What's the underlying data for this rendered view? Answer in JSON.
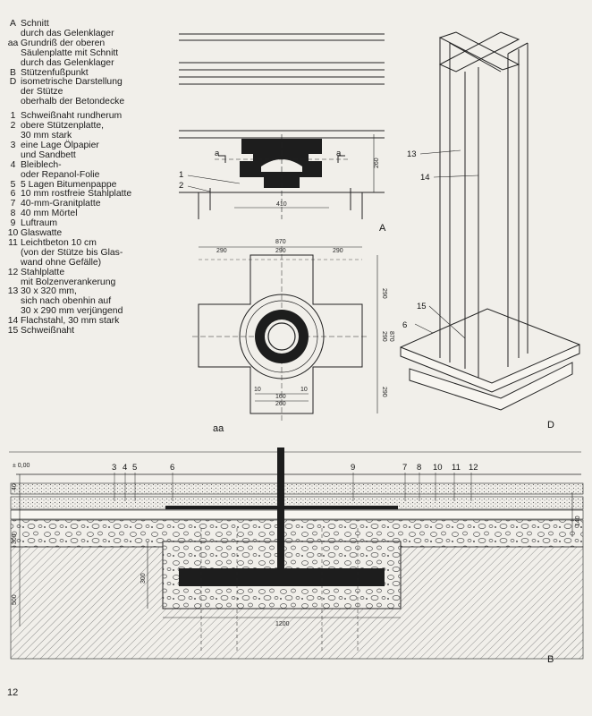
{
  "legend_letters": [
    {
      "key": "A",
      "text": [
        "Schnitt",
        "durch das Gelenklager"
      ]
    },
    {
      "key": "aa",
      "text": [
        "Grundriß der oberen",
        "Säulenplatte mit Schnitt",
        "durch das Gelenklager"
      ]
    },
    {
      "key": "B",
      "text": [
        "Stützenfußpunkt"
      ]
    },
    {
      "key": "D",
      "text": [
        "isometrische Darstellung",
        "der Stütze",
        "oberhalb der Betondecke"
      ]
    }
  ],
  "legend_items": [
    {
      "key": "1",
      "text": [
        "Schweißnaht rundherum"
      ]
    },
    {
      "key": "2",
      "text": [
        "obere Stützenplatte,",
        "30 mm stark"
      ]
    },
    {
      "key": "3",
      "text": [
        "eine Lage Ölpapier",
        "und Sandbett"
      ]
    },
    {
      "key": "4",
      "text": [
        "Bleiblech-",
        "oder Repanol-Folie"
      ]
    },
    {
      "key": "5",
      "text": [
        "5 Lagen Bitumenpappe"
      ]
    },
    {
      "key": "6",
      "text": [
        "10 mm rostfreie Stahlplatte"
      ]
    },
    {
      "key": "7",
      "text": [
        "40-mm-Granitplatte"
      ]
    },
    {
      "key": "8",
      "text": [
        "40 mm Mörtel"
      ]
    },
    {
      "key": "9",
      "text": [
        "Luftraum"
      ]
    },
    {
      "key": "10",
      "text": [
        "Glaswatte"
      ]
    },
    {
      "key": "11",
      "text": [
        "Leichtbeton 10 cm",
        "(von der Stütze bis Glas-",
        "wand ohne Gefälle)"
      ]
    },
    {
      "key": "12",
      "text": [
        "Stahlplatte",
        "mit Bolzenverankerung"
      ]
    },
    {
      "key": "13",
      "text": [
        "30 x 320 mm,",
        "sich nach obenhin auf",
        "30 x 290 mm verjüngend"
      ]
    },
    {
      "key": "14",
      "text": [
        "Flachstahl, 30 mm stark"
      ]
    },
    {
      "key": "15",
      "text": [
        "Schweißnaht"
      ]
    }
  ],
  "drawing_A": {
    "label": "A",
    "a_left": "a",
    "a_right": "a",
    "callout_1": "1",
    "callout_2": "2",
    "dim_410": "410",
    "dim_260": "260"
  },
  "drawing_aa": {
    "label": "aa",
    "dim_870": "870",
    "dim_290_left": "290",
    "dim_290_mid": "290",
    "dim_290_right": "290",
    "dim_290_v_top": "290",
    "dim_290_v_mid": "290",
    "dim_870_v": "870",
    "dim_290_v_bottom": "290",
    "dim_10_left": "10",
    "dim_160": "160",
    "dim_10_right": "10",
    "dim_260": "260"
  },
  "drawing_D": {
    "label": "D",
    "callout_13": "13",
    "callout_14": "14",
    "callout_15": "15",
    "callout_6": "6"
  },
  "drawing_B": {
    "label": "B",
    "level": "± 0,00",
    "callouts": [
      "3",
      "4",
      "5",
      "6",
      "9",
      "7",
      "8",
      "10",
      "11",
      "12"
    ],
    "dim_40_left": "40",
    "dim_300_left": "300",
    "dim_500": "500",
    "dim_300_inner": "300",
    "dim_1200": "1200",
    "dim_140_right": "140"
  },
  "page_number": "12"
}
